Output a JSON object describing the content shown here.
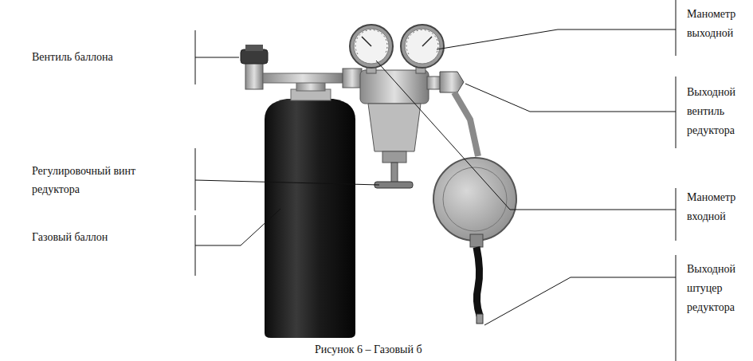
{
  "diagram": {
    "caption": "Рисунок 6 – Газовый б",
    "labels": [
      "Вентиль баллона",
      "Регулировочный винт редуктора",
      "Газовый баллон",
      "Манометр выходной",
      "Выходной вентиль редуктора",
      "Манометр входной",
      "Выходной штуцер редуктора"
    ]
  }
}
